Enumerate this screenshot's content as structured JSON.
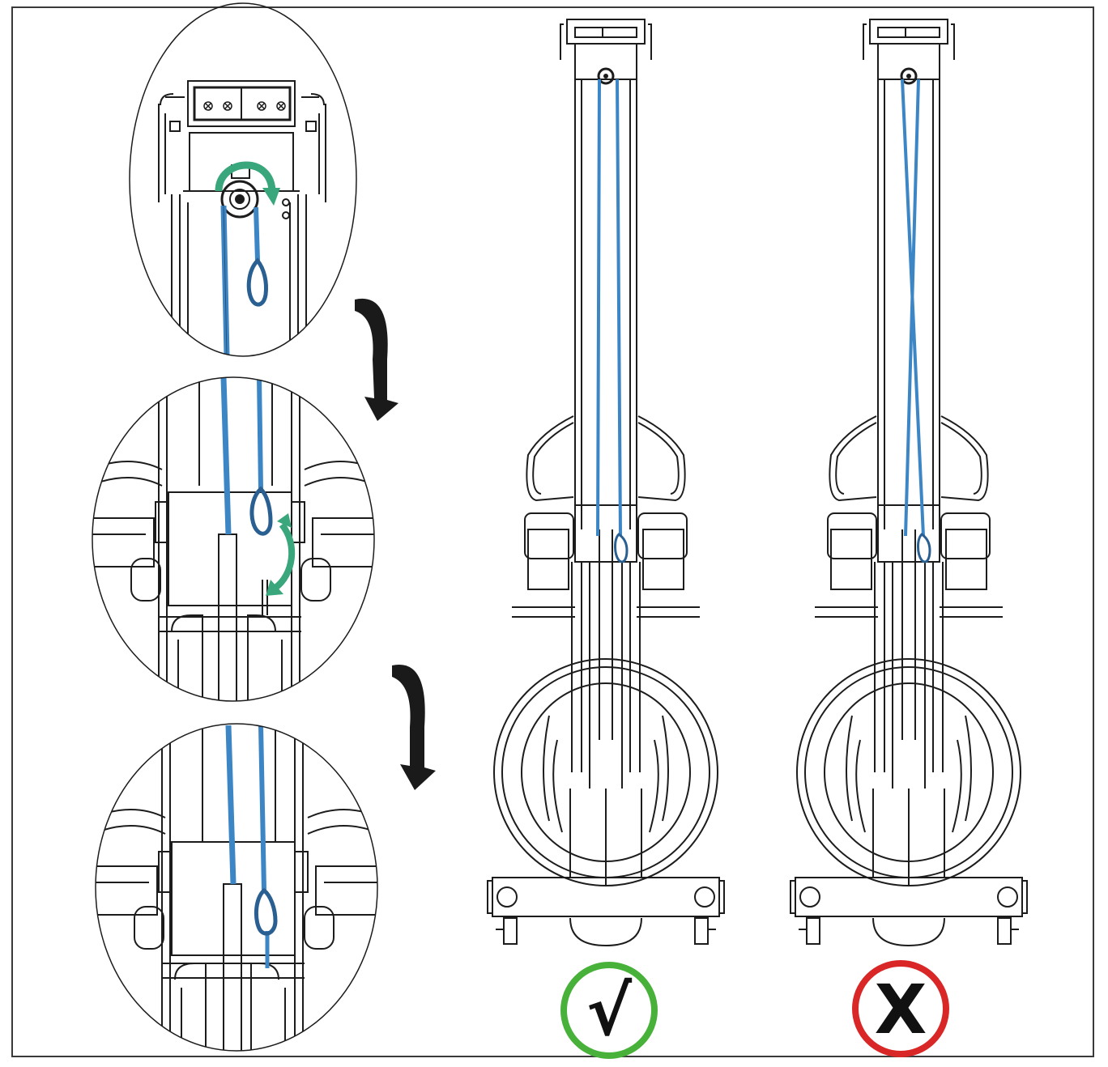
{
  "colors": {
    "line": "#1c1c1c",
    "cable": "#3d86c6",
    "cable_dark": "#2a5f92",
    "rotate_arrow": "#3aa67c",
    "arrow_fill": "#1a1a1a",
    "correct": "#47b13a",
    "incorrect": "#d92626"
  },
  "steps": [
    {
      "id": "detail-1",
      "icon": "rotate-arrow-icon",
      "desc": "pulley-top"
    },
    {
      "id": "detail-2",
      "icon": "rotate-arrow-icon",
      "desc": "hook-clip"
    },
    {
      "id": "detail-3",
      "icon": "",
      "desc": "hook-attached"
    }
  ],
  "marks": {
    "correct": {
      "icon": "check-icon",
      "symbol": "√"
    },
    "incorrect": {
      "icon": "cross-icon",
      "symbol": "X"
    }
  }
}
